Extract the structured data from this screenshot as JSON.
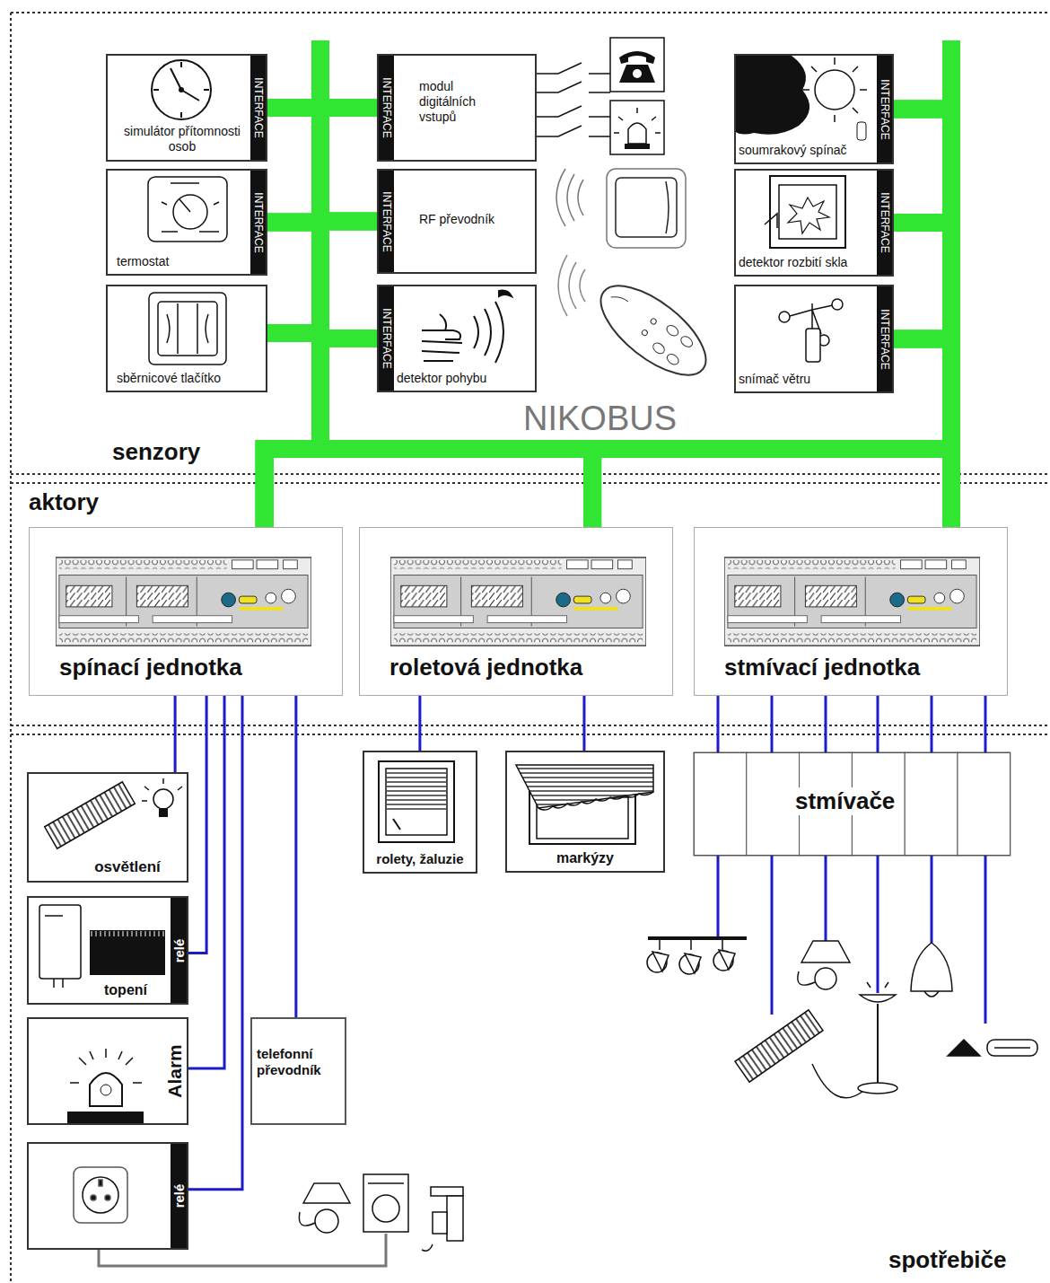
{
  "diagram": {
    "nodes": [
      {
        "text": [
          "senzory"
        ]
      },
      {
        "text": [
          "simulátor přítomnosti osob",
          "INTERFACE"
        ],
        "in": 0
      },
      {
        "text": [
          "termostat",
          "INTERFACE"
        ],
        "in": 0
      },
      {
        "text": [
          "sběrnicové tlačítko"
        ],
        "in": 0
      },
      {
        "text": [
          "modul digitálních vstupů",
          "INTERFACE"
        ],
        "in": 0
      },
      {
        "text": [
          "RF převodník",
          "INTERFACE"
        ],
        "in": 0
      },
      {
        "text": [
          "detektor pohybu",
          "INTERFACE"
        ],
        "in": 0
      },
      {
        "text": [
          "soumrakový spínač",
          "INTERFACE"
        ],
        "in": 0
      },
      {
        "text": [
          "detektor rozbití skla",
          "INTERFACE"
        ],
        "in": 0
      },
      {
        "text": [
          "snímač větru",
          "INTERFACE"
        ],
        "in": 0
      },
      {
        "text": [
          "aktory"
        ]
      },
      {
        "text": [
          "spínací jednotka"
        ],
        "in": 10
      },
      {
        "text": [
          "roletová jednotka"
        ],
        "in": 10
      },
      {
        "text": [
          "stmívací jednotka"
        ],
        "in": 10
      },
      {
        "text": [
          "spotřebiče"
        ]
      },
      {
        "text": [
          "osvětlení"
        ],
        "in": 14
      },
      {
        "text": [
          "topení",
          "relé"
        ],
        "in": 14
      },
      {
        "text": [
          "Alarm"
        ],
        "in": 14
      },
      {
        "text": [
          "telefonní převodník"
        ],
        "in": 14
      },
      {
        "text": [
          "relé"
        ],
        "in": 14
      },
      {
        "text": [
          "rolety, žaluzie"
        ],
        "in": 14
      },
      {
        "text": [
          "markýzy"
        ],
        "in": 14
      },
      {
        "text": [
          "stmívače"
        ],
        "in": 14
      }
    ],
    "edges": [
      {
        "from": 1,
        "to": 11,
        "arrow": "none"
      },
      {
        "from": 1,
        "to": 12,
        "arrow": "none"
      },
      {
        "from": 1,
        "to": 13,
        "arrow": "none"
      },
      {
        "from": 2,
        "to": 11,
        "arrow": "none"
      },
      {
        "from": 2,
        "to": 12,
        "arrow": "none"
      },
      {
        "from": 2,
        "to": 13,
        "arrow": "none"
      },
      {
        "from": 3,
        "to": 11,
        "arrow": "none"
      },
      {
        "from": 3,
        "to": 12,
        "arrow": "none"
      },
      {
        "from": 3,
        "to": 13,
        "arrow": "none"
      },
      {
        "from": 4,
        "to": 11,
        "arrow": "none"
      },
      {
        "from": 4,
        "to": 12,
        "arrow": "none"
      },
      {
        "from": 4,
        "to": 13,
        "arrow": "none"
      },
      {
        "from": 5,
        "to": 11,
        "arrow": "none"
      },
      {
        "from": 5,
        "to": 12,
        "arrow": "none"
      },
      {
        "from": 5,
        "to": 13,
        "arrow": "none"
      },
      {
        "from": 6,
        "to": 11,
        "arrow": "none"
      },
      {
        "from": 6,
        "to": 12,
        "arrow": "none"
      },
      {
        "from": 6,
        "to": 13,
        "arrow": "none"
      },
      {
        "from": 7,
        "to": 11,
        "arrow": "none"
      },
      {
        "from": 7,
        "to": 12,
        "arrow": "none"
      },
      {
        "from": 7,
        "to": 13,
        "arrow": "none"
      },
      {
        "from": 8,
        "to": 11,
        "arrow": "none"
      },
      {
        "from": 8,
        "to": 12,
        "arrow": "none"
      },
      {
        "from": 8,
        "to": 13,
        "arrow": "none"
      },
      {
        "from": 9,
        "to": 11,
        "arrow": "none"
      },
      {
        "from": 9,
        "to": 12,
        "arrow": "none"
      },
      {
        "from": 9,
        "to": 13,
        "arrow": "none"
      },
      {
        "from": 11,
        "to": 15,
        "arrow": "none"
      },
      {
        "from": 11,
        "to": 16,
        "arrow": "none"
      },
      {
        "from": 11,
        "to": 17,
        "arrow": "none"
      },
      {
        "from": 11,
        "to": 19,
        "arrow": "none"
      },
      {
        "from": 11,
        "to": 18,
        "arrow": "none"
      },
      {
        "from": 12,
        "to": 20,
        "arrow": "none"
      },
      {
        "from": 12,
        "to": 21,
        "arrow": "none"
      },
      {
        "from": 13,
        "to": 22,
        "arrow": "none"
      },
      {
        "from": 13,
        "to": 22,
        "arrow": "none"
      },
      {
        "from": 13,
        "to": 22,
        "arrow": "none"
      },
      {
        "from": 13,
        "to": 22,
        "arrow": "none"
      },
      {
        "from": 13,
        "to": 22,
        "arrow": "none"
      },
      {
        "from": 13,
        "to": 22,
        "arrow": "none"
      }
    ],
    "labels": [
      "NIKOBUS"
    ]
  }
}
